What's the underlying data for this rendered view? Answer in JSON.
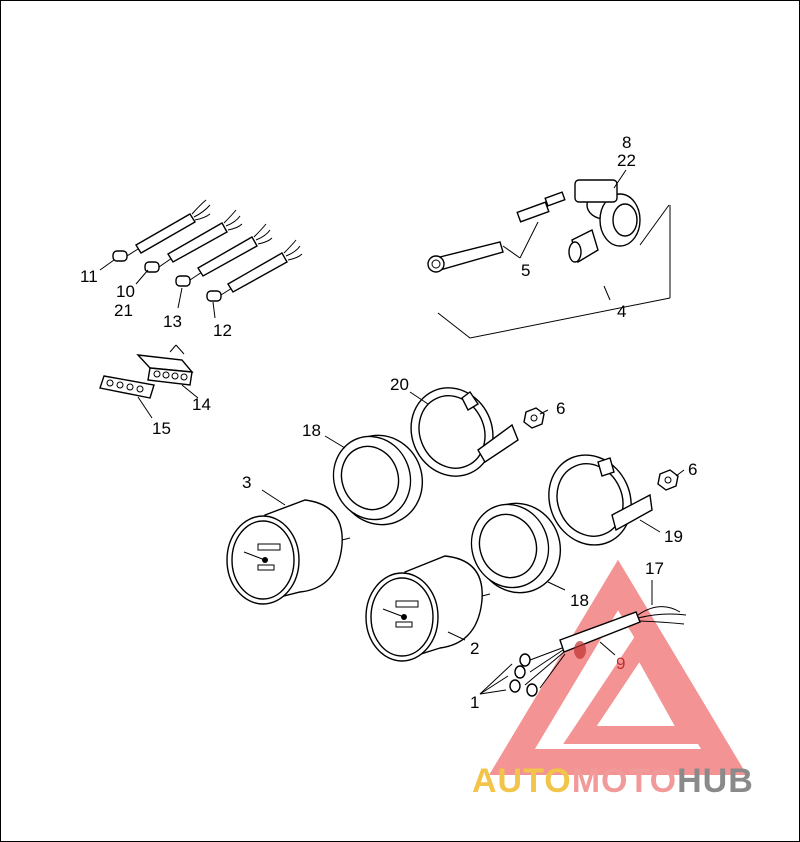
{
  "callouts": {
    "c1": "1",
    "c2": "2",
    "c3": "3",
    "c4": "4",
    "c5": "5",
    "c6a": "6",
    "c6b": "6",
    "c8": "8",
    "c9": "9",
    "c10": "10",
    "c11": "11",
    "c12": "12",
    "c13": "13",
    "c14": "14",
    "c15": "15",
    "c17": "17",
    "c18a": "18",
    "c18b": "18",
    "c19": "19",
    "c20": "20",
    "c21": "21",
    "c22": "22"
  },
  "watermark": {
    "part1": "AUTO",
    "part2": "MOTO",
    "part3": "HUB",
    "color1": "#f2c44a",
    "color2": "#f29a9a",
    "color3": "#8a8a8a",
    "logo_color": "#f07070"
  }
}
